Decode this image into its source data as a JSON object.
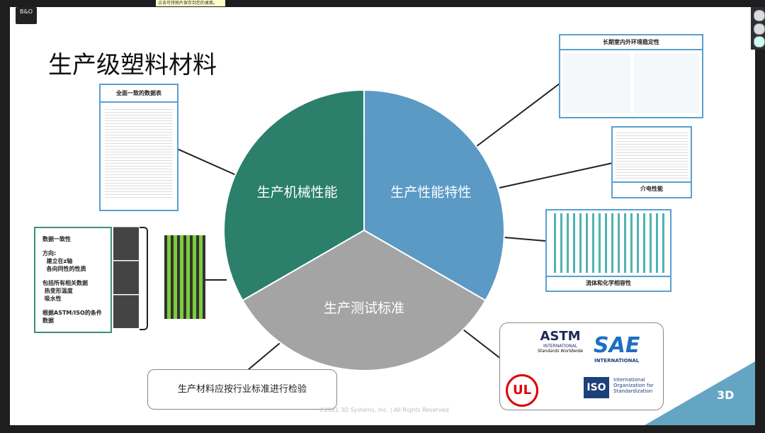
{
  "tooltip": "点击可将图片保存到您的桌面。",
  "logo": "B&O",
  "title": "生产级塑料材料",
  "pie": {
    "slices": [
      {
        "label": "生产机械性能",
        "color": "#2b7f6b",
        "share": 0.3333
      },
      {
        "label": "生产性能特性",
        "color": "#5a9ac5",
        "share": 0.3333
      },
      {
        "label": "生产测试标准",
        "color": "#a4a4a4",
        "share": 0.3333
      }
    ]
  },
  "datasheet": {
    "title": "全面一致的数据表"
  },
  "bullets": {
    "b1": "数据一致性",
    "b2a": "方向:",
    "b2b": "建立在z轴",
    "b2c": "各向同性的性质",
    "b3a": "包括所有相关数据",
    "b3b": "热变形温度",
    "b3c": "吸水性",
    "b4a": "根据ASTM/ISO的条件",
    "b4b": "数据"
  },
  "cards": {
    "env": "长期室内外环境稳定性",
    "dielectric": "介电性能",
    "fluid": "流体和化学相容性"
  },
  "callout": "生产材料应按行业标准进行检验",
  "logos": {
    "astm": "ASTM",
    "astm_sub": "INTERNATIONAL",
    "astm_sub2": "Standards Worldwide",
    "sae": "SAE",
    "sae_sub": "INTERNATIONAL",
    "ul": "UL",
    "iso": "ISO",
    "iso_text": "International Organization for Standardization"
  },
  "footer": "©2021 3D Systems, Inc. | All Rights Reserved",
  "brand": "3D"
}
